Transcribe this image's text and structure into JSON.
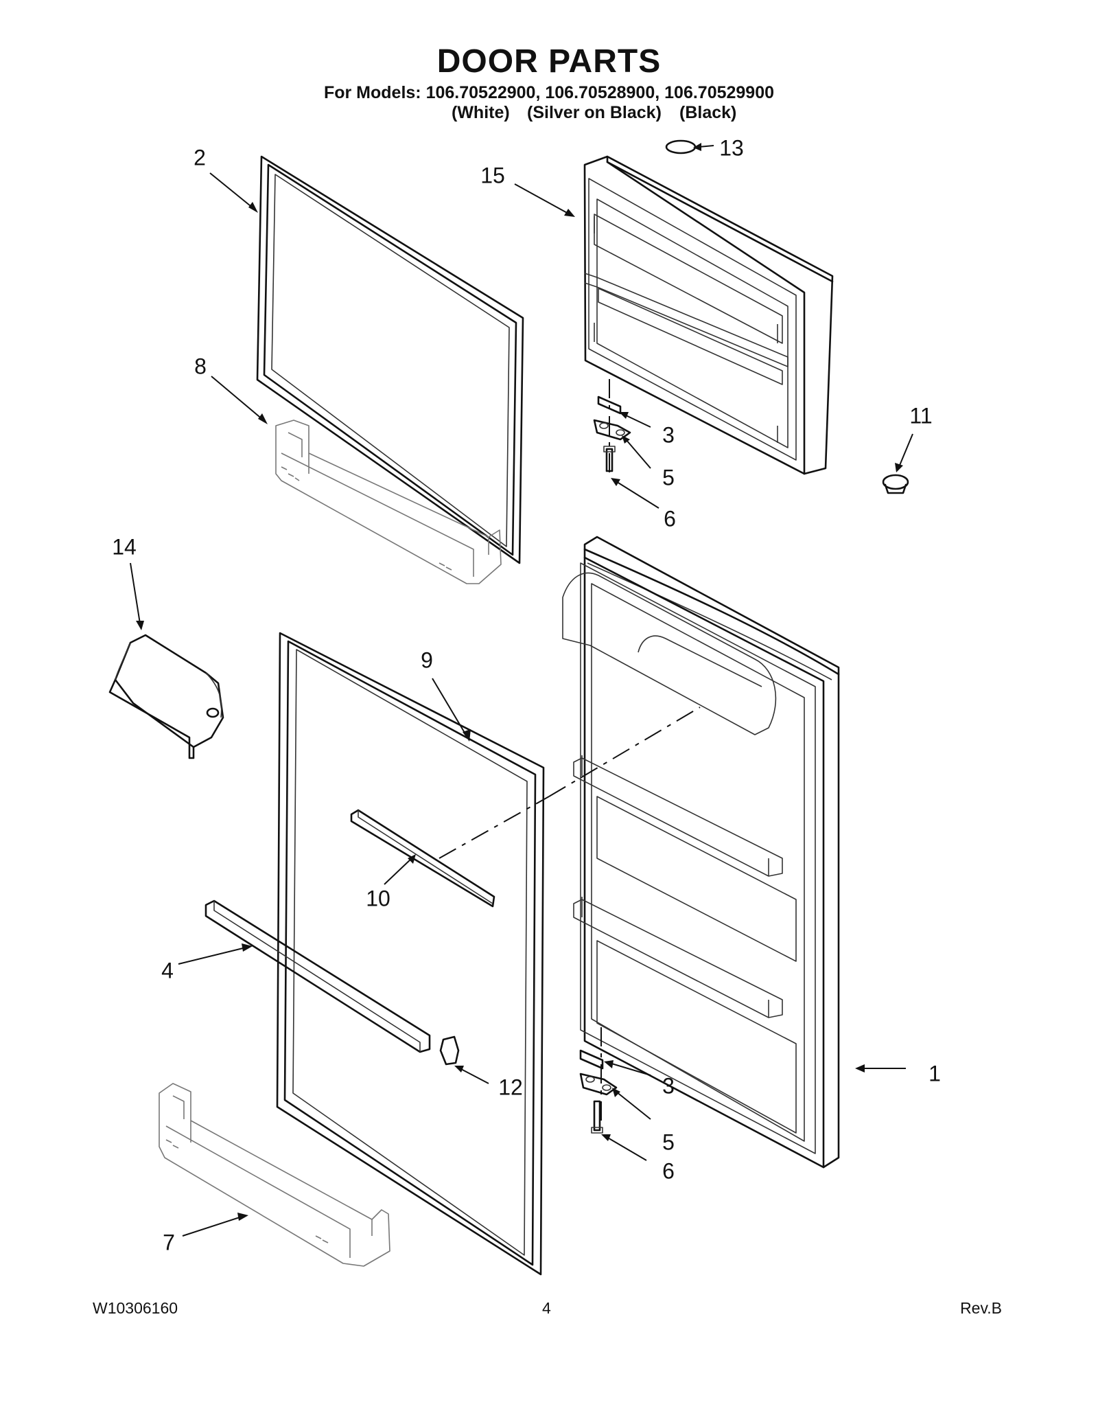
{
  "header": {
    "title": "DOOR PARTS",
    "models_line": "For Models: 106.70522900, 106.70528900, 106.70529900",
    "colors": [
      "(White)",
      "(Silver on Black)",
      "(Black)"
    ]
  },
  "callouts": {
    "c1": "1",
    "c2": "2",
    "c3a": "3",
    "c3b": "3",
    "c4": "4",
    "c5a": "5",
    "c5b": "5",
    "c6a": "6",
    "c6b": "6",
    "c7": "7",
    "c8": "8",
    "c9": "9",
    "c10": "10",
    "c11": "11",
    "c12": "12",
    "c13": "13",
    "c14": "14",
    "c15": "15"
  },
  "footer": {
    "doc_number": "W10306160",
    "page": "4",
    "revision": "Rev.B"
  }
}
